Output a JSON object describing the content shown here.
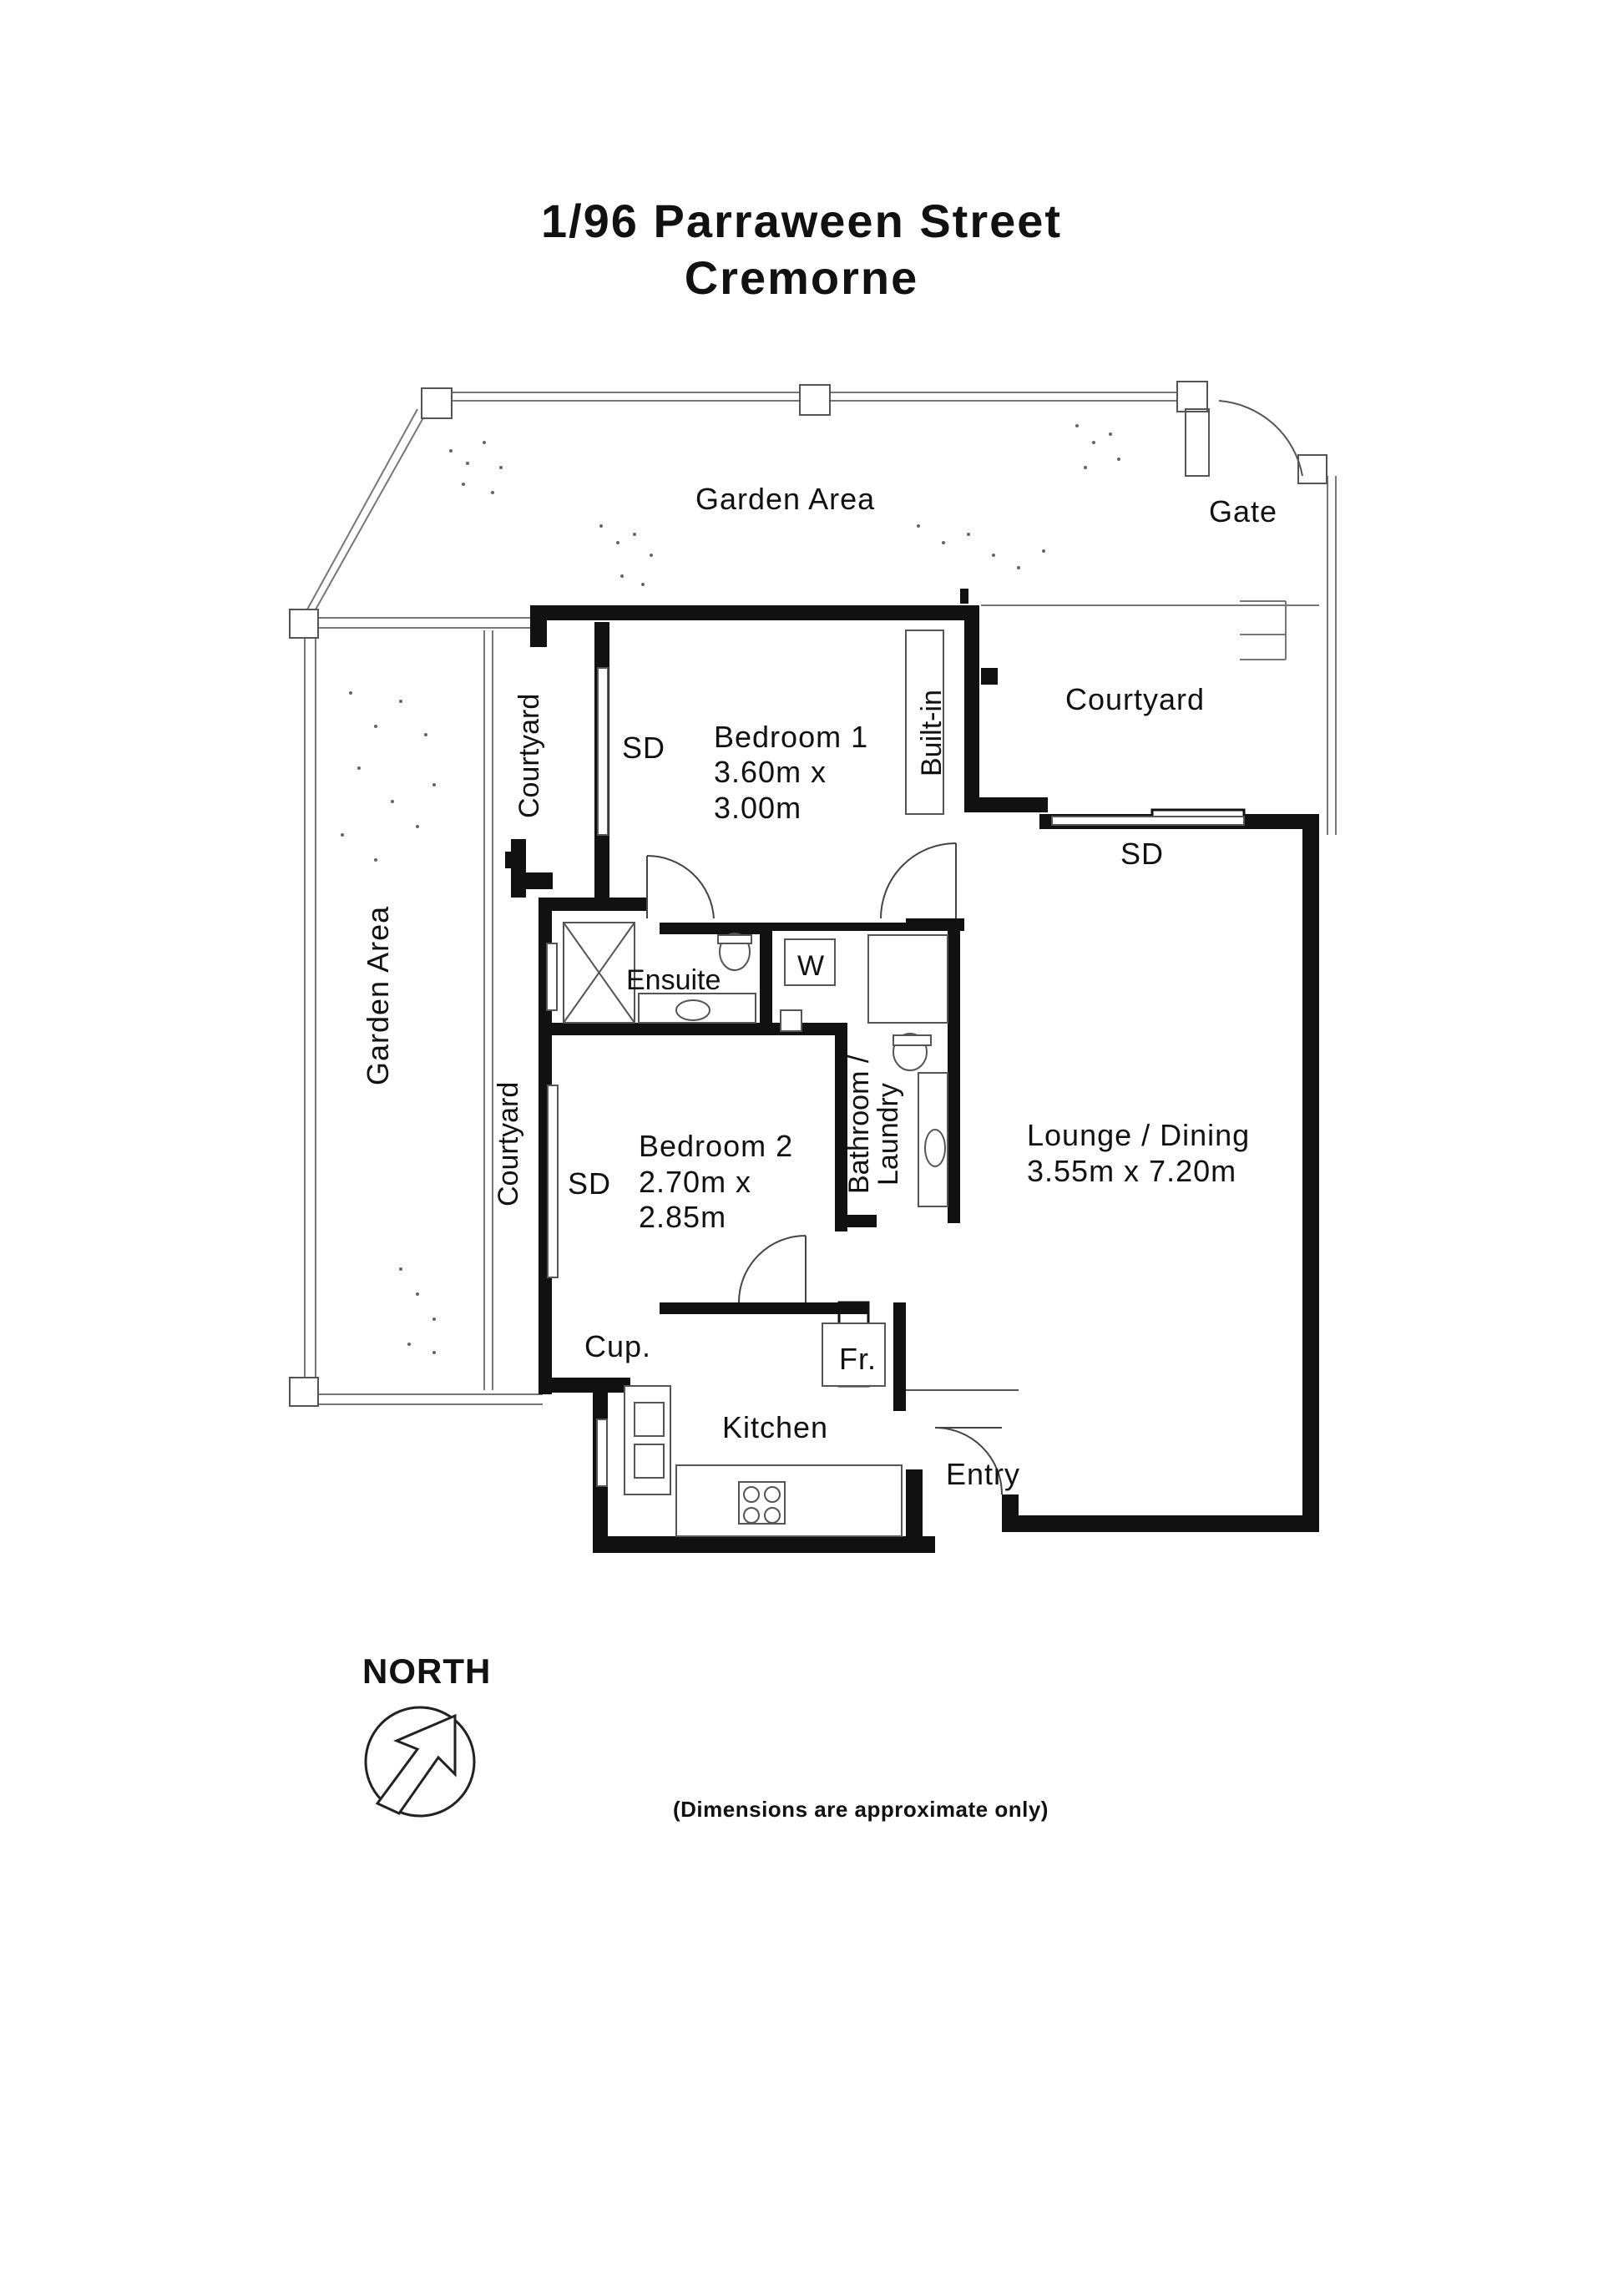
{
  "title": {
    "line1": "1/96 Parraween Street",
    "line2": "Cremorne"
  },
  "labels": {
    "garden_top": "Garden Area",
    "garden_left": "Garden Area",
    "gate": "Gate",
    "courtyard_right": "Courtyard",
    "courtyard_bed1": "Courtyard",
    "courtyard_bed2": "Courtyard",
    "sd_bed1": "SD",
    "sd_lounge": "SD",
    "sd_bed2": "SD",
    "bedroom1_name": "Bedroom 1",
    "bedroom1_dim1": "3.60m  x",
    "bedroom1_dim2": "3.00m",
    "builtin": "Built-in",
    "ensuite": "Ensuite",
    "washer": "W",
    "bathroom": "Bathroom /",
    "laundry": "Laundry",
    "bedroom2_name": "Bedroom 2",
    "bedroom2_dim1": "2.70m  x",
    "bedroom2_dim2": "2.85m",
    "lounge_name": "Lounge  /  Dining",
    "lounge_dim": "3.55m  x  7.20m",
    "cupboard": "Cup.",
    "fridge": "Fr.",
    "kitchen": "Kitchen",
    "entry": "Entry"
  },
  "north": {
    "label": "NORTH"
  },
  "disclaimer": "(Dimensions are approximate only)"
}
